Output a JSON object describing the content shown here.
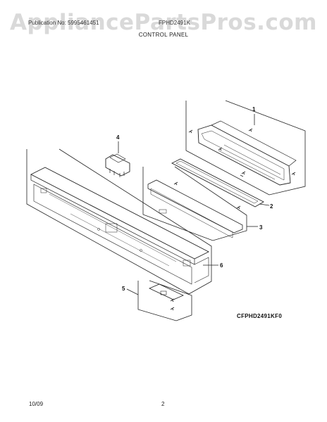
{
  "watermark": "AppliancePartsPros.com",
  "header": {
    "left": "Publication No: 5995461451",
    "right": "FPHD2491K",
    "title": "CONTROL PANEL"
  },
  "callouts": [
    "1",
    "2",
    "3",
    "4",
    "5",
    "6"
  ],
  "diagram_code": "CFPHD2491KF0",
  "footer": {
    "date": "10/09",
    "page": "2"
  }
}
